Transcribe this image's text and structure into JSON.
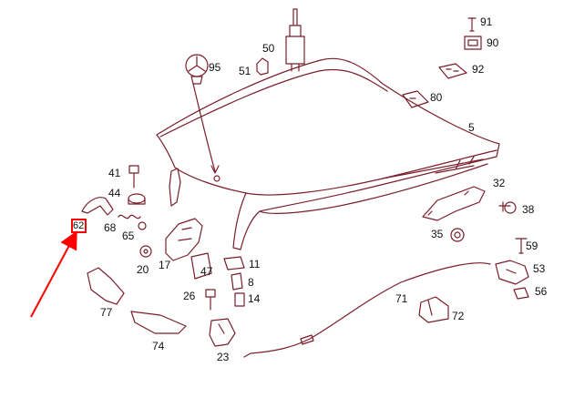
{
  "colors": {
    "line": "#7a1e2a",
    "text": "#111111",
    "highlight": "#ff0000",
    "background": "#ffffff"
  },
  "diagram": {
    "parts": [
      {
        "id": "91",
        "label": "91"
      },
      {
        "id": "90",
        "label": "90"
      },
      {
        "id": "50",
        "label": "50"
      },
      {
        "id": "95",
        "label": "95"
      },
      {
        "id": "51",
        "label": "51"
      },
      {
        "id": "92",
        "label": "92"
      },
      {
        "id": "80",
        "label": "80"
      },
      {
        "id": "5",
        "label": "5"
      },
      {
        "id": "41",
        "label": "41"
      },
      {
        "id": "44",
        "label": "44"
      },
      {
        "id": "62",
        "label": "62"
      },
      {
        "id": "68",
        "label": "68"
      },
      {
        "id": "65",
        "label": "65"
      },
      {
        "id": "20",
        "label": "20"
      },
      {
        "id": "17",
        "label": "17"
      },
      {
        "id": "47",
        "label": "47"
      },
      {
        "id": "11",
        "label": "11"
      },
      {
        "id": "8",
        "label": "8"
      },
      {
        "id": "26",
        "label": "26"
      },
      {
        "id": "14",
        "label": "14"
      },
      {
        "id": "77",
        "label": "77"
      },
      {
        "id": "74",
        "label": "74"
      },
      {
        "id": "23",
        "label": "23"
      },
      {
        "id": "71",
        "label": "71"
      },
      {
        "id": "72",
        "label": "72"
      },
      {
        "id": "32",
        "label": "32"
      },
      {
        "id": "38",
        "label": "38"
      },
      {
        "id": "35",
        "label": "35"
      },
      {
        "id": "59",
        "label": "59"
      },
      {
        "id": "53",
        "label": "53"
      },
      {
        "id": "56",
        "label": "56"
      }
    ],
    "highlighted_part": "62"
  }
}
